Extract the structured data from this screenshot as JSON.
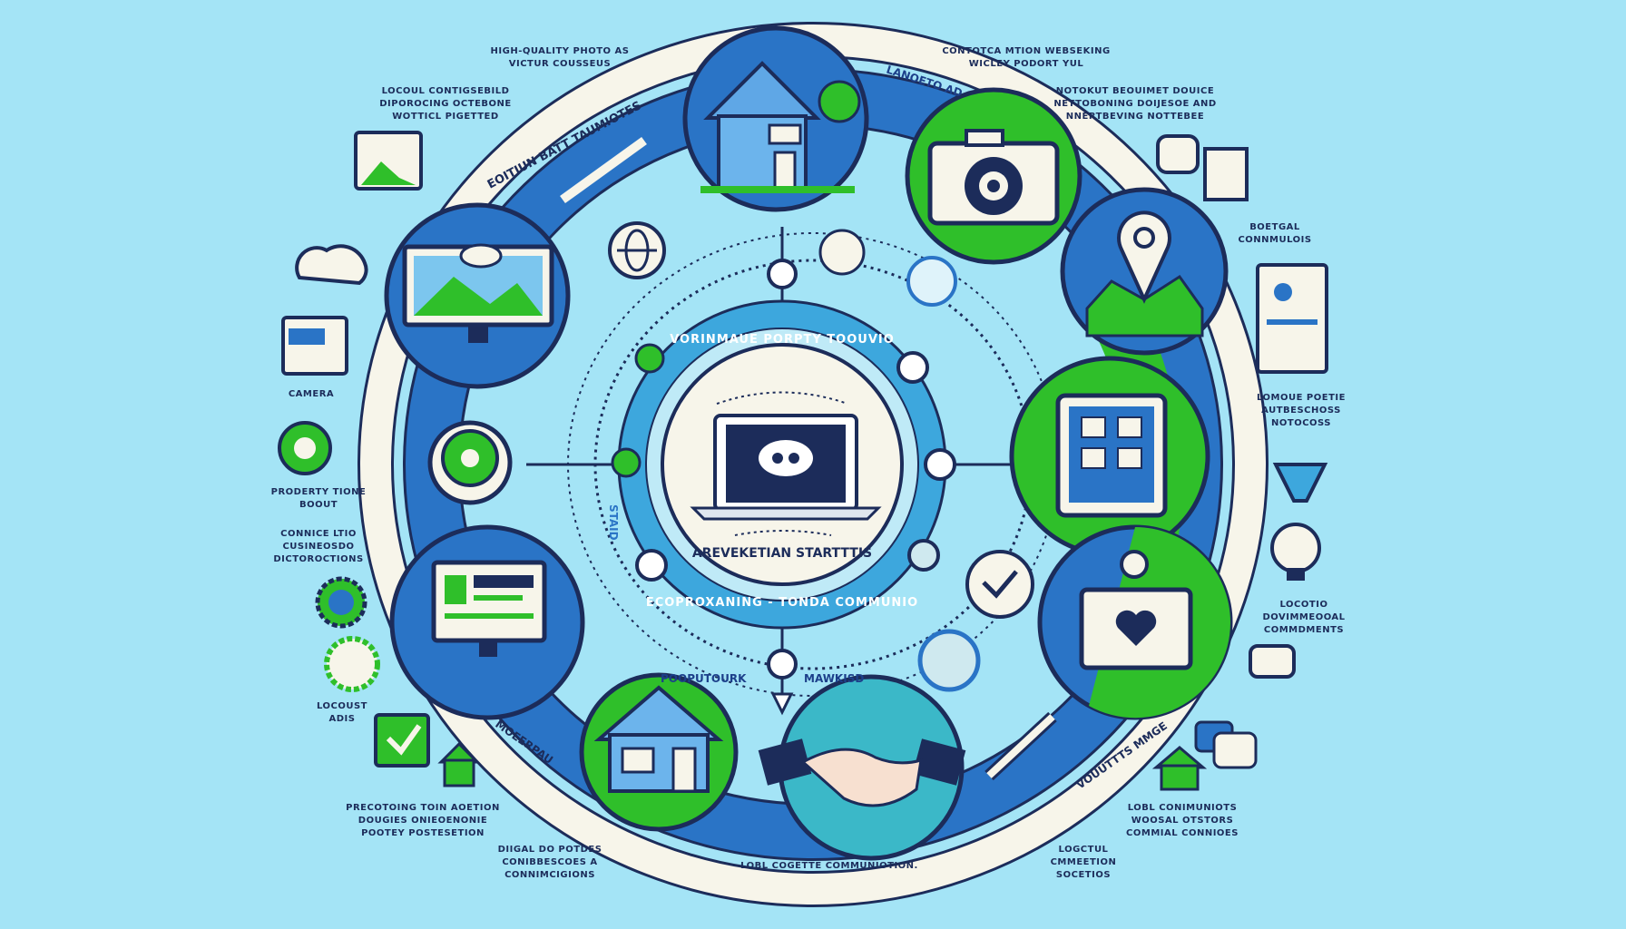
{
  "colors": {
    "background": "#a4e4f6",
    "navy": "#1c2c5a",
    "blue": "#2a74c6",
    "green": "#2fbf2a",
    "cream": "#f7f5ea",
    "teal": "#3bb8c8"
  },
  "center": {
    "title_ring_top": "VORINMAUE PORPTY TOOUVIO",
    "caption": "AREVEKETIAN STARTTTIS",
    "title_ring_bottom": "ECOPROXANING - TONDA COMMUNIO",
    "side_tag": "STAID"
  },
  "ring_texts": {
    "outer_top_left": "EOITIUN BATT TAUMIOTES",
    "outer_top_right": "LANOETO AD",
    "outer_bottom_left": "MOEERPAU",
    "outer_bottom_right": "VOUUTTTS MMGE",
    "inner_bottom_left": "POOPUTOURK",
    "inner_bottom_right": "MAWKISD"
  },
  "labels": [
    {
      "id": "photo-quality",
      "lines": [
        "HIGH-QUALITY PHOTO AS",
        "VICTUR COUSSEUS"
      ]
    },
    {
      "id": "local-contigsebild",
      "lines": [
        "LOCOUL CONTIGSEBILD",
        "DIPOROCING OCTEBONE",
        "WOTTICL PIGETTED"
      ]
    },
    {
      "id": "contotca",
      "lines": [
        "CONTOTCA MTION WEBSEKING",
        "WICLEY PODORT YUL"
      ]
    },
    {
      "id": "notokut",
      "lines": [
        "NOTOKUT BEOUIMET DOUICE",
        "NETTOBONING DOIJESOE AND",
        "NNERTBEVING NOTTEBEE"
      ]
    },
    {
      "id": "boetgal",
      "lines": [
        "BOETGAL",
        "CONNMULOIS"
      ]
    },
    {
      "id": "camera",
      "lines": [
        "CAMERA"
      ]
    },
    {
      "id": "lomoue",
      "lines": [
        "LOMOUE POETIE",
        "AUTBESCHOSS",
        "NOTOCOSS"
      ]
    },
    {
      "id": "property-tione",
      "lines": [
        "PRODERTY TIONE",
        "BOOUT"
      ]
    },
    {
      "id": "connice",
      "lines": [
        "CONNICE LTIO",
        "CUSINEOSDO",
        "DICTOROCTIONS"
      ]
    },
    {
      "id": "locoust",
      "lines": [
        "LOCOUST",
        "ADIS"
      ]
    },
    {
      "id": "locotio",
      "lines": [
        "LOCOTIO",
        "DOVIMMEOOAL",
        "COMMDMENTS"
      ]
    },
    {
      "id": "precotoing",
      "lines": [
        "PRECOTOING TOIN AOETION",
        "DOUGIES ONIEOENONIE",
        "POOTEY POSTESETION"
      ]
    },
    {
      "id": "diigal",
      "lines": [
        "DIIGAL DO POTDES",
        "CONIBBESCOES A",
        "CONNIMCIGIONS"
      ]
    },
    {
      "id": "lobl-cogette",
      "lines": [
        "LOBL COGETTE COMMUNIOTION."
      ]
    },
    {
      "id": "logctul",
      "lines": [
        "LOGCTUL",
        "CMMEETION",
        "SOCETIOS"
      ]
    },
    {
      "id": "lobl-conimuniots",
      "lines": [
        "LOBL CONIMUNIOTS",
        "WOOSAL OTSTORS",
        "COMMIAL CONNIOES"
      ]
    }
  ],
  "nodes": [
    {
      "name": "house-listing",
      "icon": "house-icon"
    },
    {
      "name": "camera-photo",
      "icon": "camera-icon"
    },
    {
      "name": "map-location",
      "icon": "map-pin-icon"
    },
    {
      "name": "tablet-listing",
      "icon": "tablet-icon"
    },
    {
      "name": "briefcase-favorite",
      "icon": "briefcase-heart-icon"
    },
    {
      "name": "handshake-deal",
      "icon": "handshake-icon"
    },
    {
      "name": "house-bottom",
      "icon": "house-icon"
    },
    {
      "name": "website-monitor",
      "icon": "monitor-icon"
    },
    {
      "name": "chat-bubble",
      "icon": "chat-icon"
    },
    {
      "name": "cloud-monitor",
      "icon": "monitor-landscape-icon"
    }
  ]
}
